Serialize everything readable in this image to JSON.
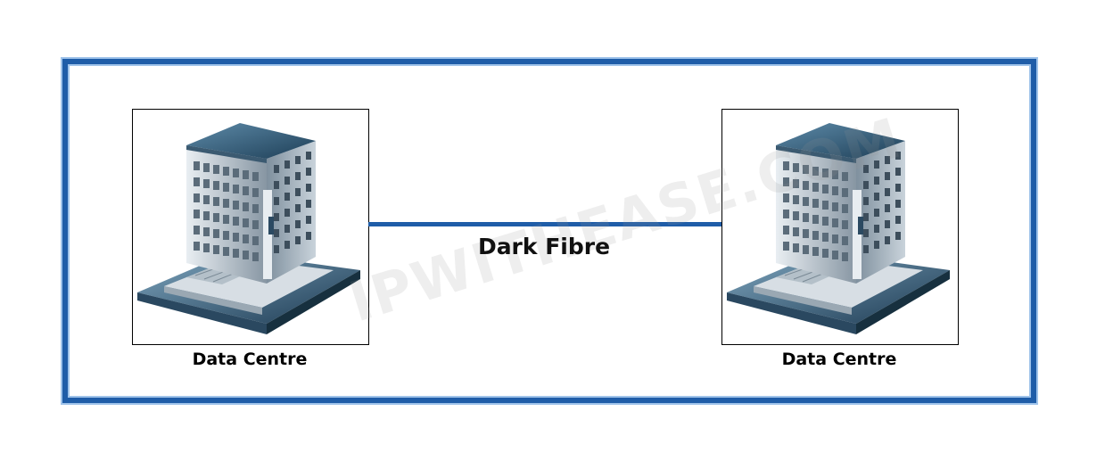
{
  "diagram": {
    "left_node": {
      "label": "Data Centre",
      "icon": "building-icon"
    },
    "right_node": {
      "label": "Data Centre",
      "icon": "building-icon"
    },
    "link": {
      "label": "Dark Fibre",
      "color": "#1f5da8"
    },
    "watermark": "IPWITHEASE.COM",
    "frame_color": "#1f5da8"
  }
}
